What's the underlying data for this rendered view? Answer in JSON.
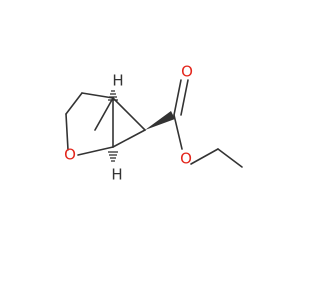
{
  "molecule": {
    "atoms": {
      "o_ring": {
        "label": "O",
        "element": "oxygen"
      },
      "o_carbonyl": {
        "label": "O",
        "element": "oxygen"
      },
      "o_ester": {
        "label": "O",
        "element": "oxygen"
      },
      "h_top": {
        "label": "H",
        "element": "hydrogen"
      },
      "h_bottom": {
        "label": "H",
        "element": "hydrogen"
      }
    },
    "colors": {
      "carbon_bond": "#333333",
      "oxygen": "#e3261c",
      "hydrogen": "#333333"
    }
  }
}
